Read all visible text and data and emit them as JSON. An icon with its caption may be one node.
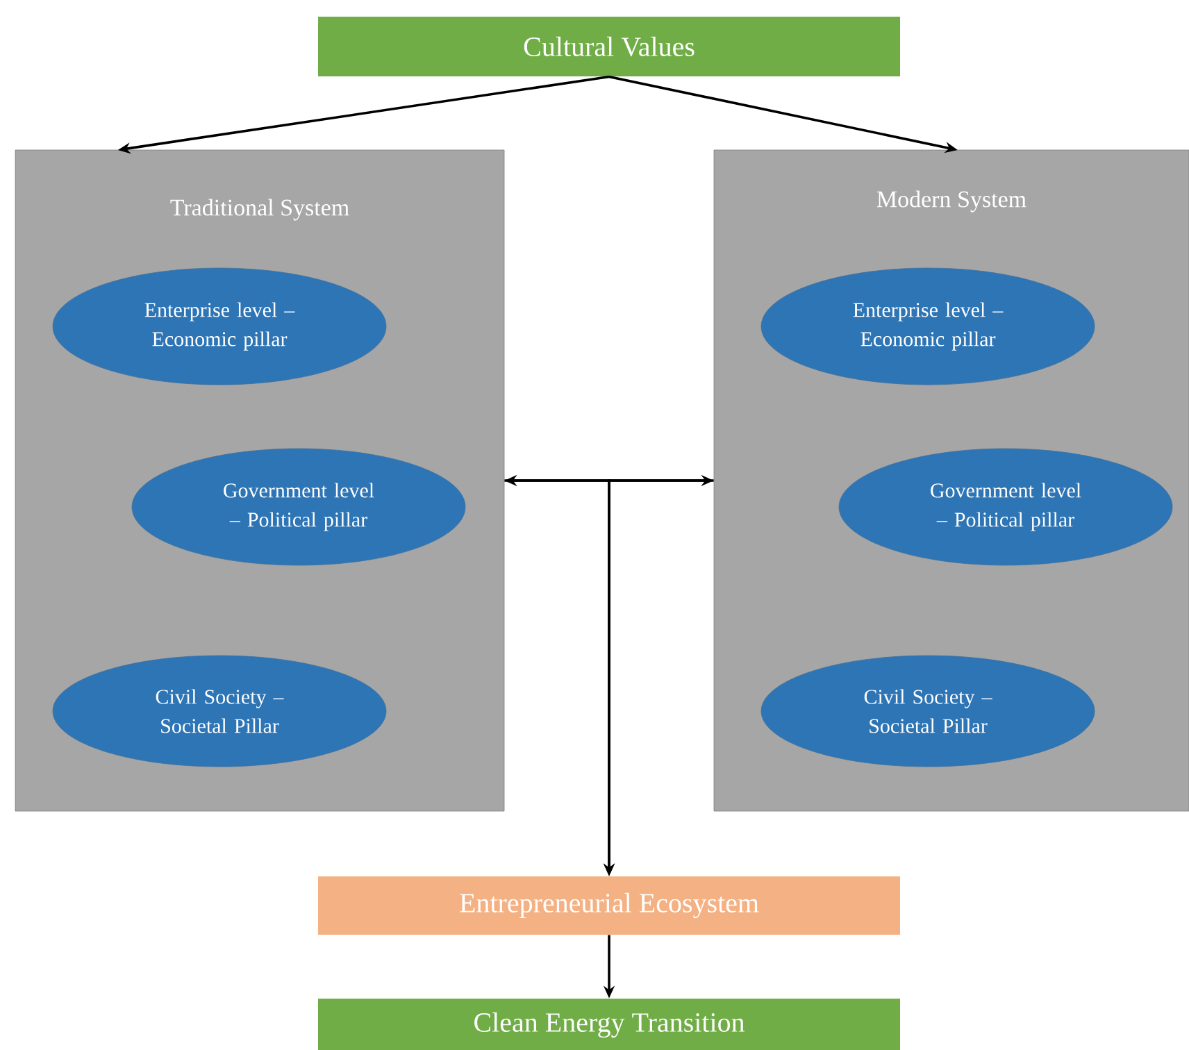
{
  "diagram": {
    "nodes": [
      {
        "text": [
          "Cultural Values"
        ]
      },
      {
        "text": [
          "Traditional System"
        ]
      },
      {
        "text": [
          "Enterprise level – Economic pillar"
        ],
        "in": 1
      },
      {
        "text": [
          "Government level – Political pillar"
        ],
        "in": 1
      },
      {
        "text": [
          "Civil Society – Societal Pillar"
        ],
        "in": 1
      },
      {
        "text": [
          "Modern System"
        ]
      },
      {
        "text": [
          "Enterprise level – Economic pillar"
        ],
        "in": 5
      },
      {
        "text": [
          "Government level – Political pillar"
        ],
        "in": 5
      },
      {
        "text": [
          "Civil Society – Societal Pillar"
        ],
        "in": 5
      },
      {
        "text": [
          "Entrepreneurial Ecosystem"
        ]
      },
      {
        "text": [
          "Clean Energy Transition"
        ]
      }
    ],
    "edges": [
      {
        "from": 0,
        "to": 1,
        "arrow": "to"
      },
      {
        "from": 0,
        "to": 5,
        "arrow": "to"
      },
      {
        "from": 1,
        "to": 5,
        "arrow": "both"
      },
      {
        "from": 1,
        "to": 9,
        "arrow": "to"
      },
      {
        "from": 5,
        "to": 9,
        "arrow": "to"
      },
      {
        "from": 9,
        "to": 10,
        "arrow": "to"
      }
    ]
  }
}
